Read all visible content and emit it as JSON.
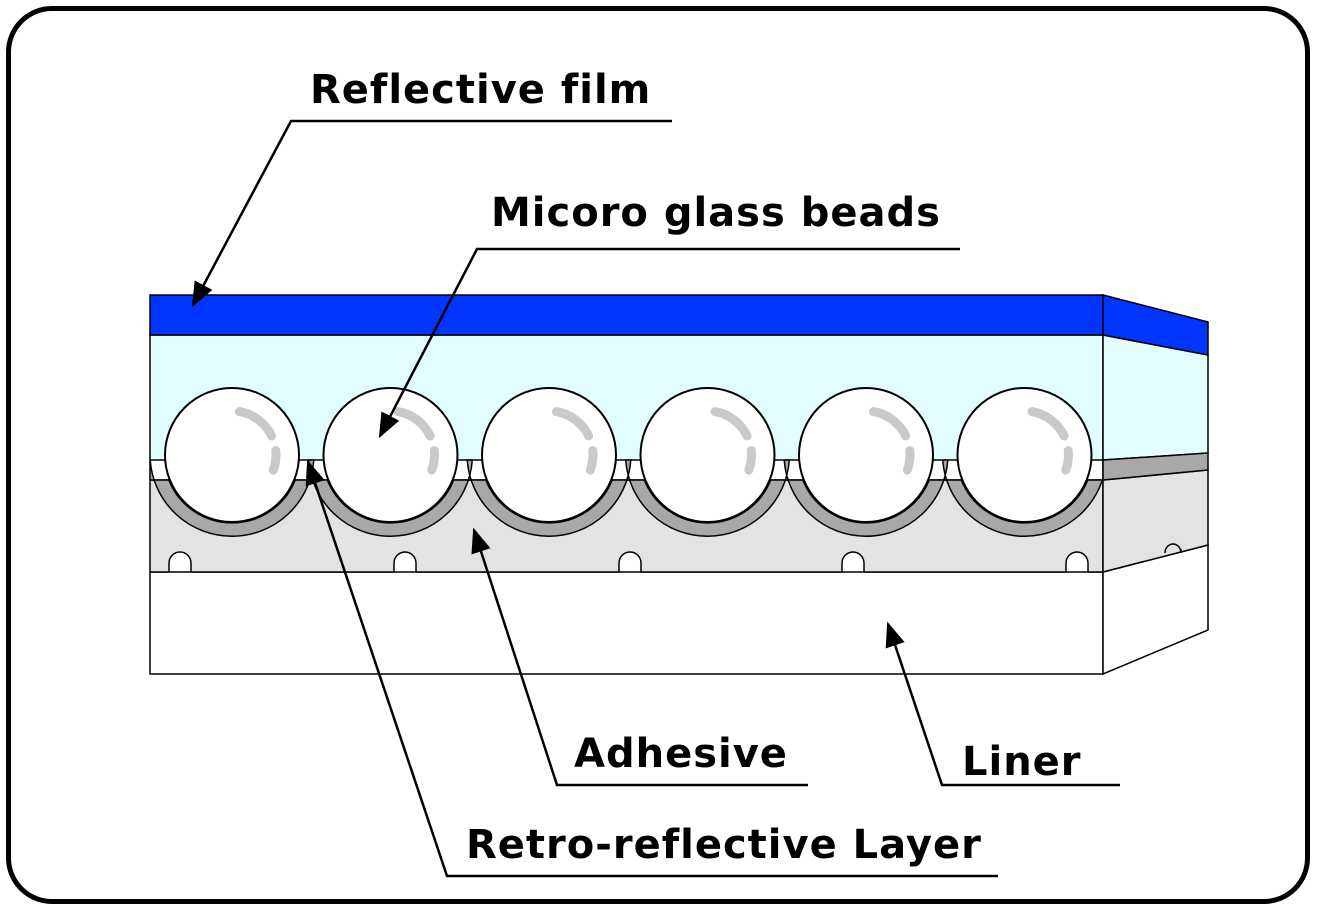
{
  "labels": {
    "reflective_film": "Reflective film",
    "glass_beads": "Micoro glass beads",
    "adhesive": "Adhesive",
    "liner": "Liner",
    "retro_layer": "Retro-reflective Layer"
  },
  "colors": {
    "reflective_film": "#0036ff",
    "transparent_layer": "#e2fdfd",
    "retro_reflective_layer": "#a8a8a8",
    "adhesive": "#e3e3e3",
    "liner": "#ffffff",
    "bead_fill": "#ffffff",
    "bead_highlight": "#c9c9c9",
    "outline": "#000000"
  },
  "bead_count": 6
}
